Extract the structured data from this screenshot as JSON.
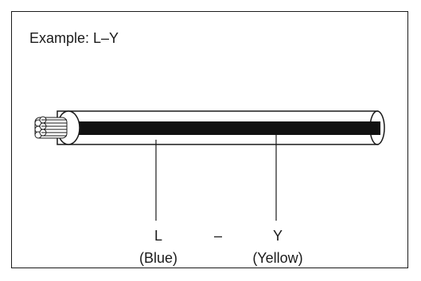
{
  "title": "Example: L–Y",
  "left_wire": {
    "code": "L",
    "color_name": "(Blue)"
  },
  "separator": "–",
  "right_wire": {
    "code": "Y",
    "color_name": "(Yellow)"
  },
  "colors": {
    "insulation": "#ffffff",
    "stripe": "#111111",
    "outline": "#1a1a1a"
  }
}
